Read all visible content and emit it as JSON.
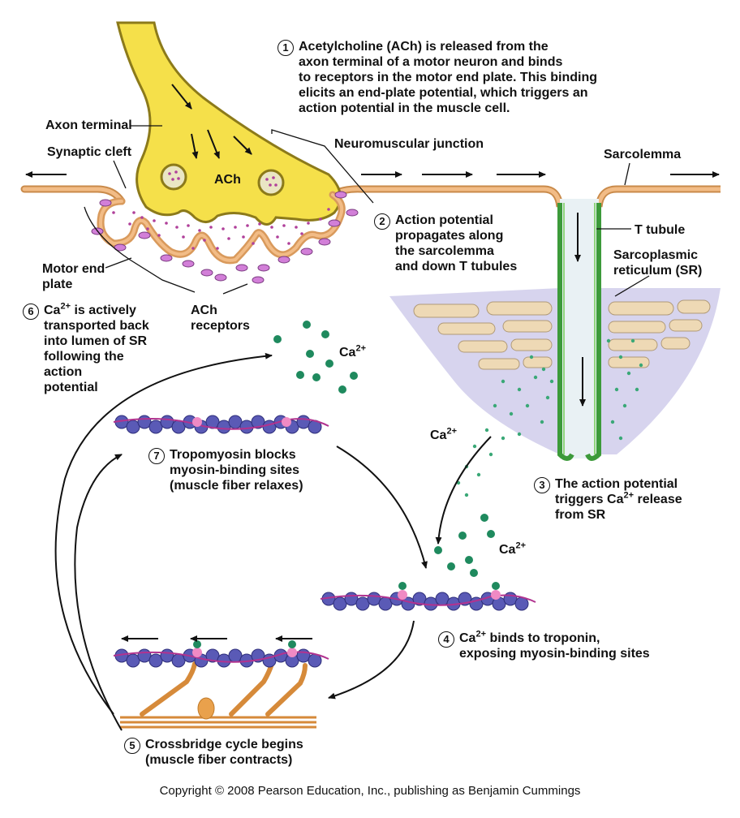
{
  "labels": {
    "axon_terminal": "Axon terminal",
    "synaptic_cleft": "Synaptic cleft",
    "ach": "ACh",
    "neuromuscular_junction": "Neuromuscular junction",
    "sarcolemma": "Sarcolemma",
    "t_tubule": "T tubule",
    "sarcoplasmic_reticulum": "Sarcoplasmic\nreticulum (SR)",
    "motor_end_plate": "Motor end\nplate",
    "ach_receptors": "ACh\nreceptors",
    "ca_base": "Ca",
    "ca_charge": "2+"
  },
  "steps": [
    {
      "num": "1",
      "text": "Acetylcholine (ACh) is released from the\naxon terminal of a motor neuron and binds\nto receptors in the motor end plate. This binding\nelicits an end-plate potential, which triggers an\naction potential in the muscle cell."
    },
    {
      "num": "2",
      "text": "Action potential\npropagates along\nthe sarcolemma\nand down T tubules"
    },
    {
      "num": "3",
      "pre": "The action potential\ntriggers Ca",
      "sup": "2+",
      "post": " release\nfrom SR"
    },
    {
      "num": "4",
      "pre": "Ca",
      "sup": "2+",
      "post": " binds to troponin,\nexposing myosin-binding sites"
    },
    {
      "num": "5",
      "text": "Crossbridge cycle begins\n(muscle fiber contracts)"
    },
    {
      "num": "6",
      "pre": "Ca",
      "sup": "2+",
      "post": " is actively\ntransported back\ninto lumen of SR\nfollowing the\naction\npotential"
    },
    {
      "num": "7",
      "text": "Tropomyosin blocks\nmyosin-binding sites\n(muscle fiber relaxes)"
    }
  ],
  "copyright": "Copyright © 2008 Pearson Education, Inc., publishing as Benjamin Cummings",
  "colors": {
    "axon_fill": "#f5e04a",
    "axon_stroke": "#8c7a1a",
    "membrane": "#e9a96b",
    "receptor": "#d27fd8",
    "ach_dots": "#b0409a",
    "sr_fill": "#c9c6e6",
    "sr_tubule": "#ecd7b2",
    "t_tubule": "#5ab44a",
    "calcium": "#1f8a5e",
    "actin": "#5a5ab6",
    "tropomyosin": "#b1338f",
    "myosin": "#e9a14c"
  }
}
